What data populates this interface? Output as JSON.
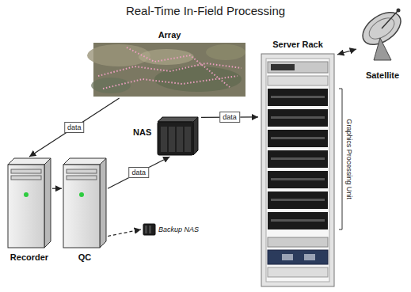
{
  "diagram": {
    "title": "Real-Time In-Field Processing",
    "nodes": [
      {
        "text": [
          "Array"
        ]
      },
      {
        "text": [
          "Recorder"
        ]
      },
      {
        "text": [
          "QC"
        ]
      },
      {
        "text": [
          "NAS"
        ]
      },
      {
        "text": [
          "Backup NAS"
        ]
      },
      {
        "text": [
          "Server Rack"
        ]
      },
      {
        "text": [
          "Satellite"
        ]
      }
    ],
    "edges": [
      {
        "from": 0,
        "to": 1,
        "arrow": "to",
        "label": "data"
      },
      {
        "from": 1,
        "to": 2,
        "arrow": "to"
      },
      {
        "from": 2,
        "to": 3,
        "arrow": "to",
        "label": "data"
      },
      {
        "from": 3,
        "to": 5,
        "arrow": "to",
        "label": "data"
      },
      {
        "from": 2,
        "to": 4,
        "arrow": "to"
      },
      {
        "from": 5,
        "to": 6,
        "arrow": "both"
      }
    ],
    "labels": [
      "Graphics Processing Unit"
    ]
  }
}
